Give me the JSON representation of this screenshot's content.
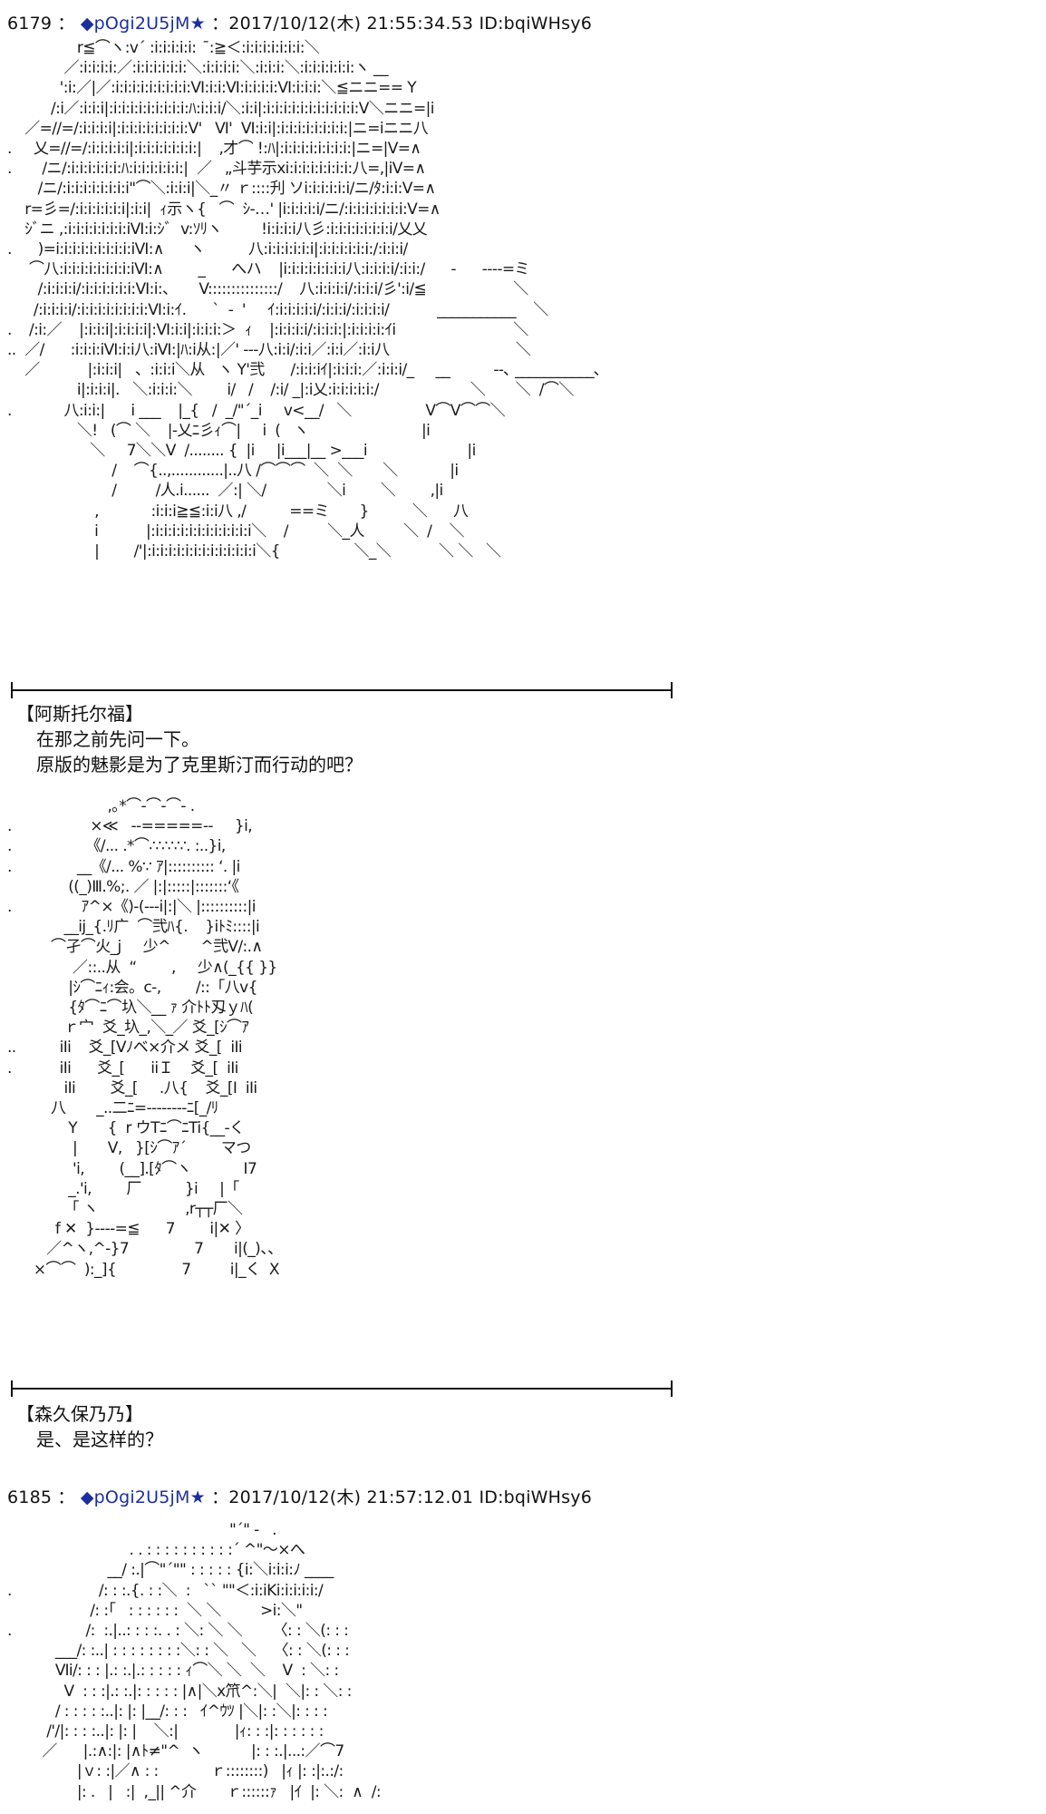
{
  "posts": [
    {
      "number": "6179",
      "sep": "：",
      "name": "◆pOgi2U5jM",
      "star": "★",
      "date": "：2017/10/12(木) 21:55:34.53 ID:bqiWHsy6"
    },
    {
      "number": "6185",
      "sep": "：",
      "name": "◆pOgi2U5jM",
      "star": "★",
      "date": "：2017/10/12(木) 21:57:12.01 ID:bqiWHsy6"
    }
  ],
  "art1": "                r≦⌒ヽ:v´ :i:i:i:i:i:   ̄:≧＜:i:i:i:i:i:i:i:＼\n             ／:i:i:i:i:／:i:i:i:i:i:i:＼:i:i:i:i:＼:i:i:i:＼:i:i:i:i:i:i:ヽ __\n            ':i:／|／:i:i:i:i:i:i:i:i:i:Ⅵ:i:i:Ⅵ:i:i:i:i:Ⅵ:i:i:i:＼≦ニニ== Y\n          /:i／:i:i:i|:i:i:i:i:i:i:i:i:i:ﾊ:i:i:i/＼:i:i|:i:i:i:i:i:i:i:i:i:i:i:Ⅴ＼ニニ=|i\n    ／=//=/:i:i:i:i|:i:i:i:i:i:i:i:i:V'   Ⅵ'  Ⅵ:i:i|:i:i:i:i:i:i:i:i:|ニ=iニニ八\n.     乂=//=/:i:i:i:i:i|:i:i:i:i:i:i:i:|    ,才⌒ !:ﾊ|:i:i:i:i:i:i:i:i:|ニ=|Ⅴ=∧\n.       /ニ/:i:i:i:i:i:i:ﾊ:i:i:i:i:i:i:|  ／   „斗芋示xi:i:i:i:i:i:i:i:八=,|iⅤ=∧\n       /ニ/:i:i:i:i:i:i:i:i\"⌒＼:i:i:i|＼_〃 ｒ::::刋 ソi:i:i:i:i:i/ニ/ﾀ:i:i:Ⅴ=∧\n    r=彡=/:i:i:i:i:i:i|:i:i|  ｨ示ヽ{   ⌒  ｼ‐…' |i:i:i:i:i/ニ/:i:i:i:i:i:i:i:Ⅴ=∧\n    ｼﾞニ ,:i:i:i:i:i:i:i:iⅥ:i:ｼﾞ  v:ｿﾘヽ         !i:i:i:i八彡:i:i:i:i:i:i:i:i/乂乂\n.      )=i:i:i:i:i:i:i:i:i:iⅥ:∧      ヽ          八:i:i:i:i:i:i|:i:i:i:i:i:i:/:i:i:i/\n     ⌒八:i:i:i:i:i:i:i:i:iⅥ:∧        _      へハ    |i:i:i:i:i:i:i:i八:i:i:i:i/:i:i:/      -      ----=ミ\n       /:i:i:i:i/:i:i:i:i:i:i:Ⅵ:i:、     V:::::::::::::::/    八:i:i:i:i/:i:i:i/彡':i/≦                    ＼\n      /:i:i:i:i/:i:i:i:i:i:i:i:i:Ⅵ:i:ｲ.      `  ‐  '     ｲ:i:i:i:i:i/:i:i:i/:i:i:i:i/           ___________    ＼\n.    /:i:／    |:i:i:i|:i:i:i:i|:Ⅵ:i:i|:i:i:i:＞  ｨ    |:i:i:i:i/:i:i:i:|:i:i:i:i:ｲi                           ＼\n..  ／/      :i:i:i:iⅥ:i:i八:iⅥ:|ﾊ:i从:|／' ---八:i:i/:i:i／:i:i／:i:i八                             ＼\n    ／           |:i:i:i|   、:i:i:i＼从   ヽ Y'弐      /:i:i:iｲ|:i:i:i:／:i:i:i/_     __          --､ ___________､\n                i|:i:i:i|.   ＼:i:i:i:＼        i/   /    /:i/ _|:i乂:i:i:i:i:i:/                     ＼       ＼  /⌒＼\n.            八:i:i:|      i ___    |_{   /  _/\"´_i     v<__/   ＼                 V⌒V⌒⌒＼\n                ＼!   (⌒ ＼    |-乂ﾆ彡ｨ⌒|     i  (   ヽ                          |i\n                   ＼     7＼＼V  /........ {  |i     |i___|__ >___i                       |i\n                        /    ⌒{..,............|..八 /⌒⌒⌒  ＼  ＼       ＼            |i\n                        /         /人.i......  ／:| ＼/              ＼i        ＼        ,|i\n                    ,            :i:i:i≧≦:i:i八 ,/          ==ミ       }          ＼      八\n                    i           |:i:i:i:i:i:i:i:i:i:i:i:i＼    /         ＼_人         ＼  /    ＼\n                    |        /'|:i:i:i:i:i:i:i:i:i:i:i:i:i＼{                 ＼_＼           ＼ ＼   ＼",
  "dialog1": {
    "speaker": "【阿斯托尔福】",
    "lines": [
      "在那之前先问一下。",
      "原版的魅影是为了克里斯汀而行动的吧？"
    ]
  },
  "art2": "                       ,｡*⌒‐⌒‐⌒‐ .\n.                  ×≪   --=====--     }i,\n.                 《/... .*⌒∴∵∴∵. :..}i,\n.               __《/... %∵ ｱ|:::::::::: ‘. |i\n              ((_)Ⅲ.%;. ／ |:|:::::|:::::::‘《\n.                ｱ^×《)-(--‐i|:|＼ |::::::::::|i\n             __ij_{.ﾘ广  ⌒弐ﾊ{.    }iﾄﾐ::::|i\n          ⌒孑⌒火_j     少^       ^弐V/:.∧\n               ／::..从  “        ,     少∧(_{{ }}\n              |ｼ⌒ﾆｨ:会。c-,        /::「八v{\n              {ﾀ⌒ﾆ⌒圦＼__ ｧ 介ﾄﾄ刄ｙﾊ(\n             ｒ宀  爻_圦_,＼_／ 爻_[ｼ⌒ｱ\n..          iIi    爻_[Vﾉベ×介メ 爻_[  iIi\n.           iIi      爻_[      iiＩ    爻_[  iIi\n             iIi        爻_[     .八{    爻_[I  iIi\n          八       _..二ﾆ=--------ﾆ[_/ﾘ\n              Y       {  r ウTﾆ⌒ﾆTi{__-く\n               |       V,   }[ｼ⌒ｱ´        マつ\n               'i,        (__].[ﾀ⌒ヽ            I7\n              _.'i,        厂          }i     |「\n             「 ヽ                    ,r┬┬厂＼\n           f ✕  }----=≦      7        i|✕ 〉\n         ／^ヽ,^‐}7               7       i|(_)、、\n      ×⌒⌒  ):_]{               7         i|_く  X",
  "dialog2": {
    "speaker": "【森久保乃乃】",
    "lines": [
      "是、是这样的？"
    ]
  },
  "art3": "                                                   \"´\" -   .\n                            . . : : : : : : : : : :´ ^\"〜×へ\n                       __/ :.|⌒\"´\"\" : : : : : {i:＼i:i:i:ﾉ ____\n.                    /: : :.{. : :＼  :   `` \"\"＜:i:iKi:i:i:i:i:/\n                   /: :｢   : : : : : :  ＼ ＼         >i:＼\"\n.                 /:  :.|..: : : :. . : ＼: ＼ ＼       〈: : ＼(: : :\n           ___/: :..| : : : : : : : :＼: : ＼   ＼    〈: : ＼(: : :\n           Ⅵi/: : : |.: :.|.: : : : : ｨ⌒＼ ＼  ＼    V  : ＼: :\n             V  : : :|.: :.|: : : : : |∧|＼x笊^:＼|  ＼|: : ＼: :\n           / : : : : :..|: |: |__/: : :   ｲ^ｳﾂ |＼|: :＼|: : : :\n         /'/|: : : :..|: |: |    ＼:|             |ｨ: : :|: : : : : :\n        ／      |.:∧:|: |∧ﾄ≠\"^  ヽ           |: : :.|...:／⌒7\n                |ｖ: :|／∧ : :            ｒ::::::::)   |ｨ |: :|:.:/:\n                |: .   |   :|  ,_|| ^介       ｒ::::::ｧ   |ｲ  |: ＼:  ∧  /:"
}
